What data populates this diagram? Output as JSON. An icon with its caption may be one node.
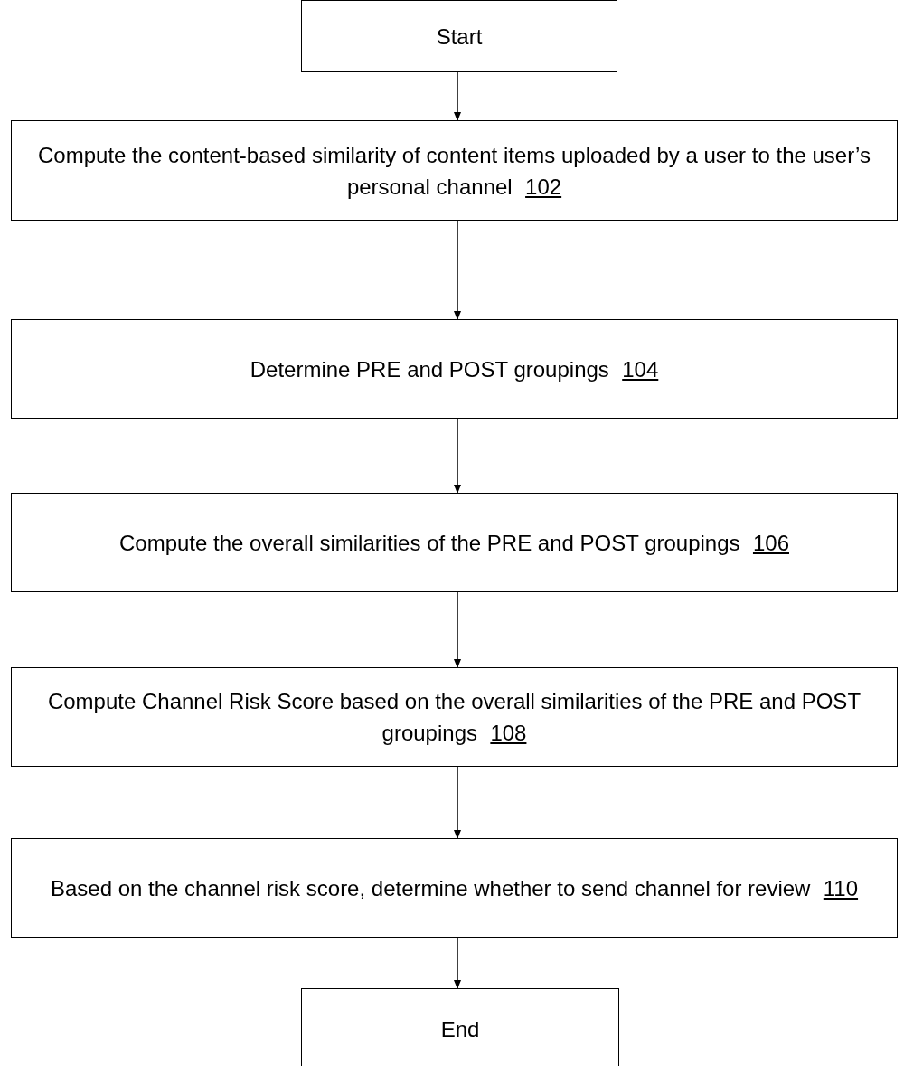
{
  "diagram": {
    "nodes": [
      {
        "text": [
          "Start"
        ]
      },
      {
        "text": [
          "Compute the content-based similarity of content items uploaded by a user to the user’s personal channel",
          "102"
        ]
      },
      {
        "text": [
          "Determine PRE and POST groupings",
          "104"
        ]
      },
      {
        "text": [
          "Compute the overall similarities of the PRE and POST groupings",
          "106"
        ]
      },
      {
        "text": [
          "Compute Channel Risk Score based on the overall similarities of the PRE and POST groupings",
          "108"
        ]
      },
      {
        "text": [
          "Based on the channel risk score, determine whether to send channel for review",
          "110"
        ]
      },
      {
        "text": [
          "End"
        ]
      }
    ],
    "edges": [
      {
        "from": 0,
        "to": 1,
        "arrow": "to"
      },
      {
        "from": 1,
        "to": 2,
        "arrow": "to"
      },
      {
        "from": 2,
        "to": 3,
        "arrow": "to"
      },
      {
        "from": 3,
        "to": 4,
        "arrow": "to"
      },
      {
        "from": 4,
        "to": 5,
        "arrow": "to"
      },
      {
        "from": 5,
        "to": 6,
        "arrow": "to"
      }
    ]
  }
}
